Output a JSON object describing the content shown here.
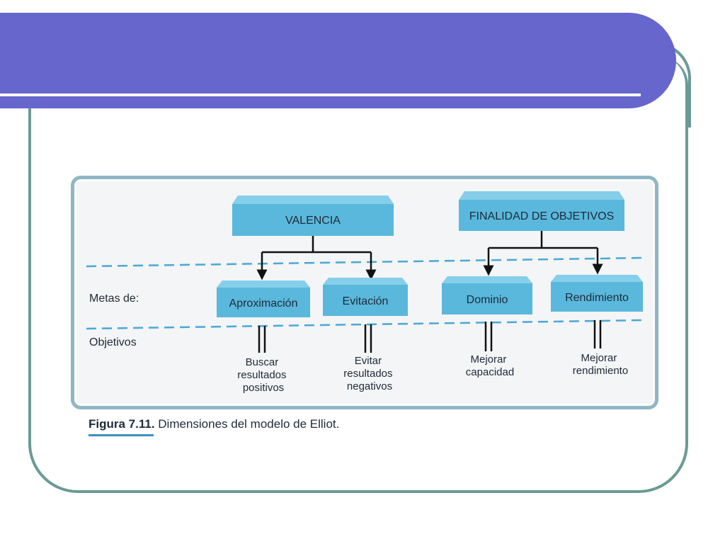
{
  "diagram": {
    "top_boxes": [
      {
        "label": "VALENCIA"
      },
      {
        "label": "FINALIDAD DE OBJETIVOS"
      }
    ],
    "goal_boxes": [
      {
        "label": "Aproximación"
      },
      {
        "label": "Evitación"
      },
      {
        "label": "Dominio"
      },
      {
        "label": "Rendimiento"
      }
    ],
    "row_labels": {
      "metas": "Metas de:",
      "objetivos": "Objetivos"
    },
    "objectives": [
      {
        "lines": [
          "Buscar",
          "resultados",
          "positivos"
        ]
      },
      {
        "lines": [
          "Evitar",
          "resultados",
          "negativos"
        ]
      },
      {
        "lines": [
          "Mejorar",
          "capacidad"
        ]
      },
      {
        "lines": [
          "Mejorar",
          "rendimiento"
        ]
      }
    ],
    "colors": {
      "box_fill": "#5ab8dc",
      "box_top": "#86cfea",
      "dashed_line": "#4aa8d6",
      "header": "#6666cc",
      "frame": "#6a9a96"
    }
  },
  "caption": {
    "number": "Figura 7.11.",
    "text": "Dimensiones del modelo de Elliot."
  }
}
